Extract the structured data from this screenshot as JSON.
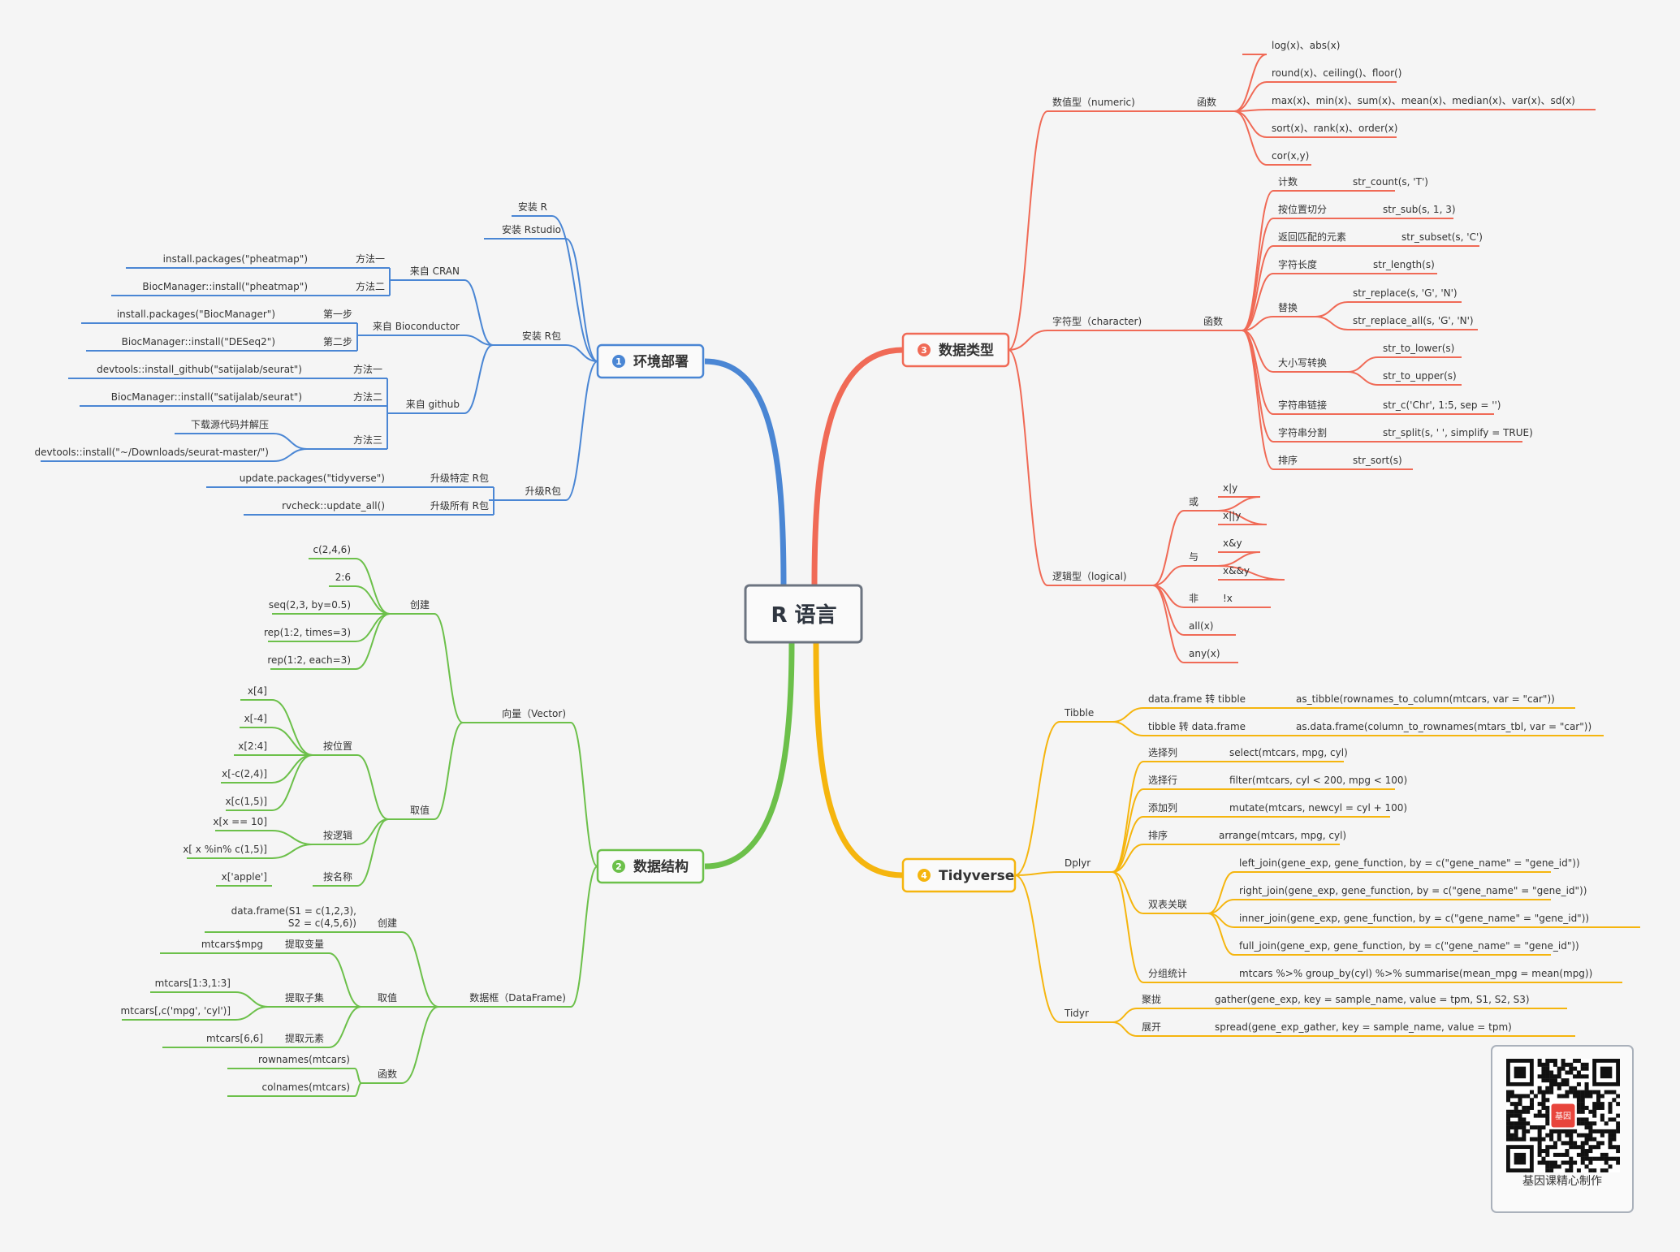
{
  "root": {
    "label": "R 语言"
  },
  "colors": {
    "blue": "#4a86d4",
    "red": "#f06a56",
    "green": "#6cc04a",
    "yellow": "#f5b50e",
    "root_border": "#6c7480",
    "text": "#333333"
  },
  "branches": {
    "b1": {
      "num": "1",
      "title": "环境部署"
    },
    "b2": {
      "num": "2",
      "title": "数据结构"
    },
    "b3": {
      "num": "3",
      "title": "数据类型"
    },
    "b4": {
      "num": "4",
      "title": "Tidyverse"
    }
  },
  "env": {
    "install_r": "安装 R",
    "install_rstudio": "安装 Rstudio",
    "install_pkg": "安装 R包",
    "cran": {
      "label": "来自 CRAN",
      "m1": "方法一",
      "m1_code": "install.packages(\"pheatmap\")",
      "m2": "方法二",
      "m2_code": "BiocManager::install(\"pheatmap\")"
    },
    "bioc": {
      "label": "来自 Bioconductor",
      "s1": "第一步",
      "s1_code": "install.packages(\"BiocManager\")",
      "s2": "第二步",
      "s2_code": "BiocManager::install(\"DESeq2\")"
    },
    "github": {
      "label": "来自 github",
      "m1": "方法一",
      "m1_code": "devtools::install_github(\"satijalab/seurat\")",
      "m2": "方法二",
      "m2_code": "BiocManager::install(\"satijalab/seurat\")",
      "m3": "方法三",
      "m3_a": "下载源代码并解压",
      "m3_b": "devtools::install(\"~/Downloads/seurat-master/\")"
    },
    "upgrade": {
      "label": "升级R包",
      "spec": "升级特定 R包",
      "spec_code": "update.packages(\"tidyverse\")",
      "all": "升级所有 R包",
      "all_code": "rvcheck::update_all()"
    }
  },
  "ds": {
    "vector": {
      "label": "向量（Vector)",
      "create": {
        "label": "创建",
        "items": [
          "c(2,4,6)",
          "2:6",
          "seq(2,3, by=0.5)",
          "rep(1:2, times=3)",
          "rep(1:2, each=3)"
        ]
      },
      "get": {
        "label": "取值",
        "pos": {
          "label": "按位置",
          "items": [
            "x[4]",
            "x[-4]",
            "x[2:4]",
            "x[-c(2,4)]",
            "x[c(1,5)]"
          ]
        },
        "logic": {
          "label": "按逻辑",
          "items": [
            "x[x == 10]",
            "x[ x %in% c(1,5)]"
          ]
        },
        "name": {
          "label": "按名称",
          "item": "x['apple']"
        }
      }
    },
    "df": {
      "label": "数据框（DataFrame)",
      "create": {
        "label": "创建",
        "code1": "data.frame(S1 = c(1,2,3),",
        "code2": "S2 = c(4,5,6))"
      },
      "get": {
        "label": "取值",
        "var": {
          "label": "提取变量",
          "item": "mtcars$mpg"
        },
        "sub": {
          "label": "提取子集",
          "items": [
            "mtcars[1:3,1:3]",
            "mtcars[,c('mpg', 'cyl')]"
          ]
        },
        "elem": {
          "label": "提取元素",
          "item": "mtcars[6,6]"
        }
      },
      "func": {
        "label": "函数",
        "items": [
          "rownames(mtcars)",
          "colnames(mtcars)"
        ]
      }
    }
  },
  "dt": {
    "numeric": {
      "label": "数值型（numeric)",
      "func": "函数",
      "items": [
        "log(x)、abs(x)",
        "round(x)、ceiling()、floor()",
        "max(x)、min(x)、sum(x)、mean(x)、median(x)、var(x)、sd(x)",
        "sort(x)、rank(x)、order(x)",
        "cor(x,y)"
      ]
    },
    "character": {
      "label": "字符型（character)",
      "func": "函数",
      "rows": [
        {
          "label": "计数",
          "code": "str_count(s, 'T')"
        },
        {
          "label": "按位置切分",
          "code": "str_sub(s, 1, 3)"
        },
        {
          "label": "返回匹配的元素",
          "code": "str_subset(s, 'C')"
        },
        {
          "label": "字符长度",
          "code": "str_length(s)"
        },
        {
          "label": "替换",
          "codes": [
            "str_replace(s, 'G', 'N')",
            "str_replace_all(s, 'G', 'N')"
          ]
        },
        {
          "label": "大小写转换",
          "codes": [
            "str_to_lower(s)",
            "str_to_upper(s)"
          ]
        },
        {
          "label": "字符串链接",
          "code": "str_c('Chr', 1:5, sep = '')"
        },
        {
          "label": "字符串分割",
          "code": "str_split(s, ' ', simplify = TRUE)"
        },
        {
          "label": "排序",
          "code": "str_sort(s)"
        }
      ]
    },
    "logical": {
      "label": "逻辑型（logical)",
      "or": {
        "label": "或",
        "items": [
          "x|y",
          "x||y"
        ]
      },
      "and": {
        "label": "与",
        "items": [
          "x&y",
          "x&&y"
        ]
      },
      "not": {
        "label": "非",
        "item": "!x"
      },
      "all": "all(x)",
      "any": "any(x)"
    }
  },
  "tv": {
    "tibble": {
      "label": "Tibble",
      "rows": [
        {
          "label": "data.frame 转 tibble",
          "code": "as_tibble(rownames_to_column(mtcars, var = \"car\"))"
        },
        {
          "label": "tibble 转 data.frame",
          "code": "as.data.frame(column_to_rownames(mtars_tbl, var = \"car\"))"
        }
      ]
    },
    "dplyr": {
      "label": "Dplyr",
      "rows": [
        {
          "label": "选择列",
          "code": "select(mtcars, mpg, cyl)"
        },
        {
          "label": "选择行",
          "code": "filter(mtcars, cyl < 200, mpg < 100)"
        },
        {
          "label": "添加列",
          "code": "mutate(mtcars, newcyl = cyl + 100)"
        },
        {
          "label": "排序",
          "code": "arrange(mtcars, mpg, cyl)"
        }
      ],
      "join": {
        "label": "双表关联",
        "items": [
          "left_join(gene_exp, gene_function, by = c(\"gene_name\" = \"gene_id\"))",
          "right_join(gene_exp, gene_function, by = c(\"gene_name\" = \"gene_id\"))",
          "inner_join(gene_exp, gene_function, by = c(\"gene_name\" = \"gene_id\"))",
          "full_join(gene_exp, gene_function, by = c(\"gene_name\" = \"gene_id\"))"
        ]
      },
      "group": {
        "label": "分组统计",
        "code": "mtcars %>% group_by(cyl) %>% summarise(mean_mpg = mean(mpg))"
      }
    },
    "tidyr": {
      "label": "Tidyr",
      "rows": [
        {
          "label": "聚拢",
          "code": "gather(gene_exp, key = sample_name, value = tpm, S1, S2, S3)"
        },
        {
          "label": "展开",
          "code": "spread(gene_exp_gather, key = sample_name, value = tpm)"
        }
      ]
    }
  },
  "qr": {
    "caption": "基因课精心制作",
    "badge": "基因"
  }
}
